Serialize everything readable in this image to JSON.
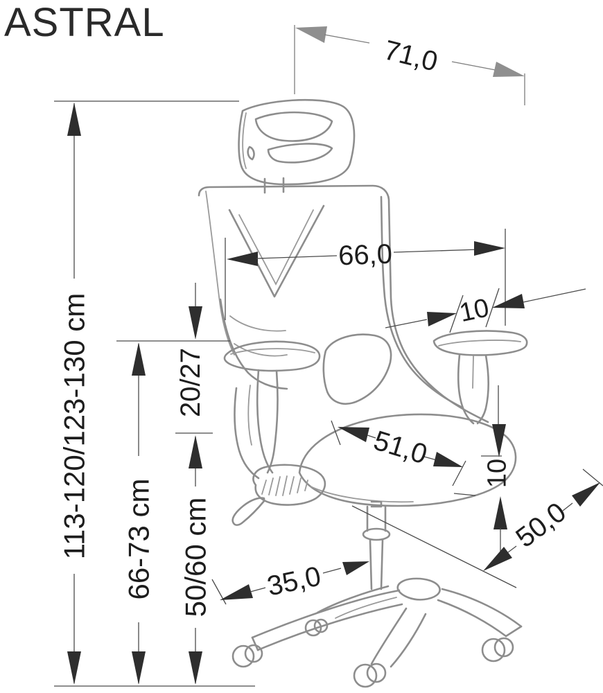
{
  "title": "ASTRAL",
  "colors": {
    "background": "#ffffff",
    "line_art": "#8d8d8d",
    "dimension_line": "#4a4a4a",
    "arrow_dark": "#2e2e2e",
    "arrow_gray": "#8f8f8f",
    "text": "#1d1d1d"
  },
  "diagram": {
    "subject": "office chair dimensional line drawing, three-quarter view",
    "dimensions": {
      "depth": {
        "label": "71,0",
        "meaning": "overall depth, top diagonal"
      },
      "back_width": {
        "label": "66,0",
        "meaning": "width across backrest"
      },
      "armrest_pad_width": {
        "label": "10",
        "meaning": "armrest pad width"
      },
      "overall_height": {
        "label": "113-120/123-130 cm",
        "meaning": "total height range"
      },
      "armrest_height": {
        "label": "66-73 cm",
        "meaning": "floor to armrest height"
      },
      "seat_height": {
        "label": "50/60 cm",
        "meaning": "floor to seat height"
      },
      "seat_to_armrest": {
        "label": "20/27",
        "meaning": "seat to armrest distance"
      },
      "seat_depth": {
        "label": "51,0",
        "meaning": "seat depth"
      },
      "cushion_thickness": {
        "label": "10",
        "meaning": "seat cushion thickness"
      },
      "seat_width": {
        "label": "50,0",
        "meaning": "seat width"
      },
      "base_radius": {
        "label": "35,0",
        "meaning": "base leg reach"
      }
    }
  }
}
